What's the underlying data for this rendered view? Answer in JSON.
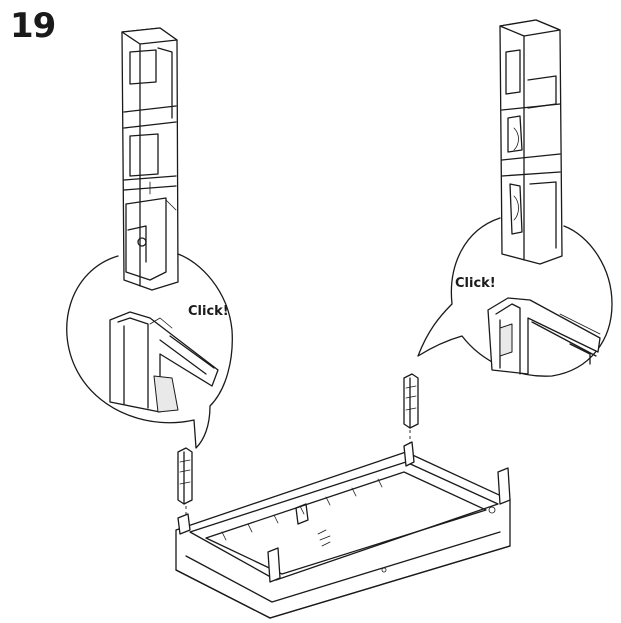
{
  "step": {
    "number": "19"
  },
  "callouts": {
    "left_label": "Click!",
    "right_label": "Click!"
  }
}
